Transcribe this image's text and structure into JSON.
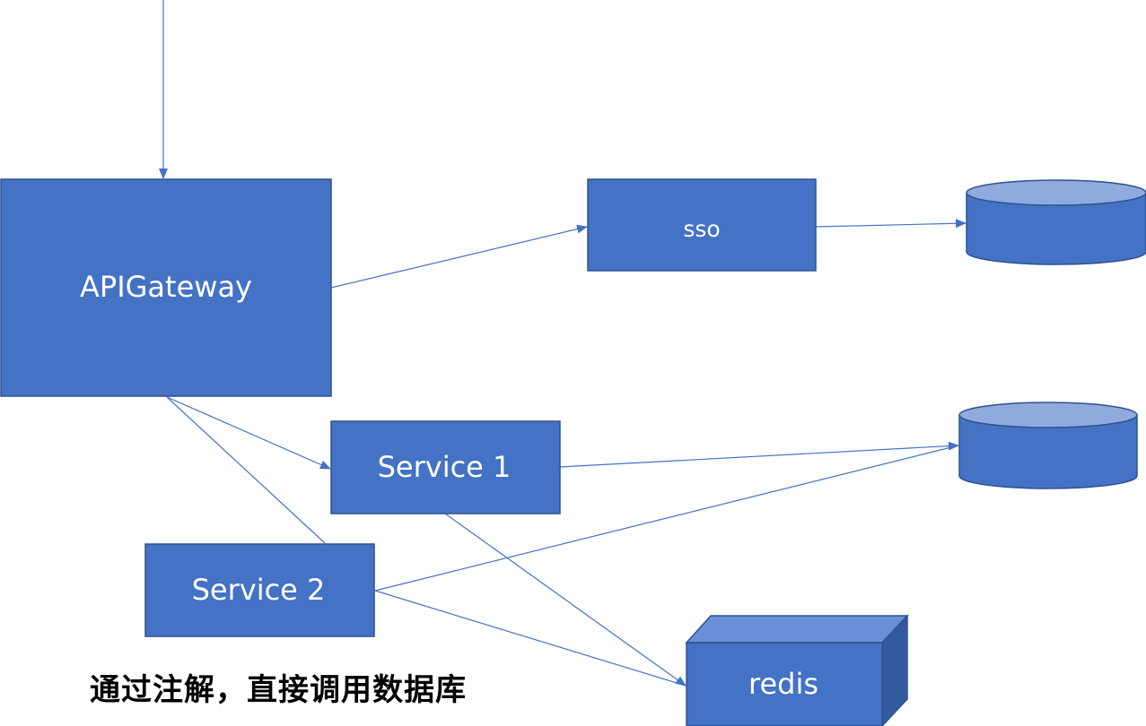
{
  "colors": {
    "node_fill": "#4472c4",
    "node_border": "#2f528f",
    "connector": "#4472c4",
    "cylinder_top": "#8faadc",
    "cube_top": "#6b8fd6",
    "cube_side": "#335a9c",
    "label_text": "#ffffff",
    "caption_text": "#000000"
  },
  "nodes": {
    "api_gateway": {
      "label": "APIGateway"
    },
    "sso": {
      "label": "sso"
    },
    "service1": {
      "label": "Service 1"
    },
    "service2": {
      "label": "Service 2"
    },
    "redis": {
      "label": "redis"
    }
  },
  "caption": "通过注解，直接调用数据库"
}
